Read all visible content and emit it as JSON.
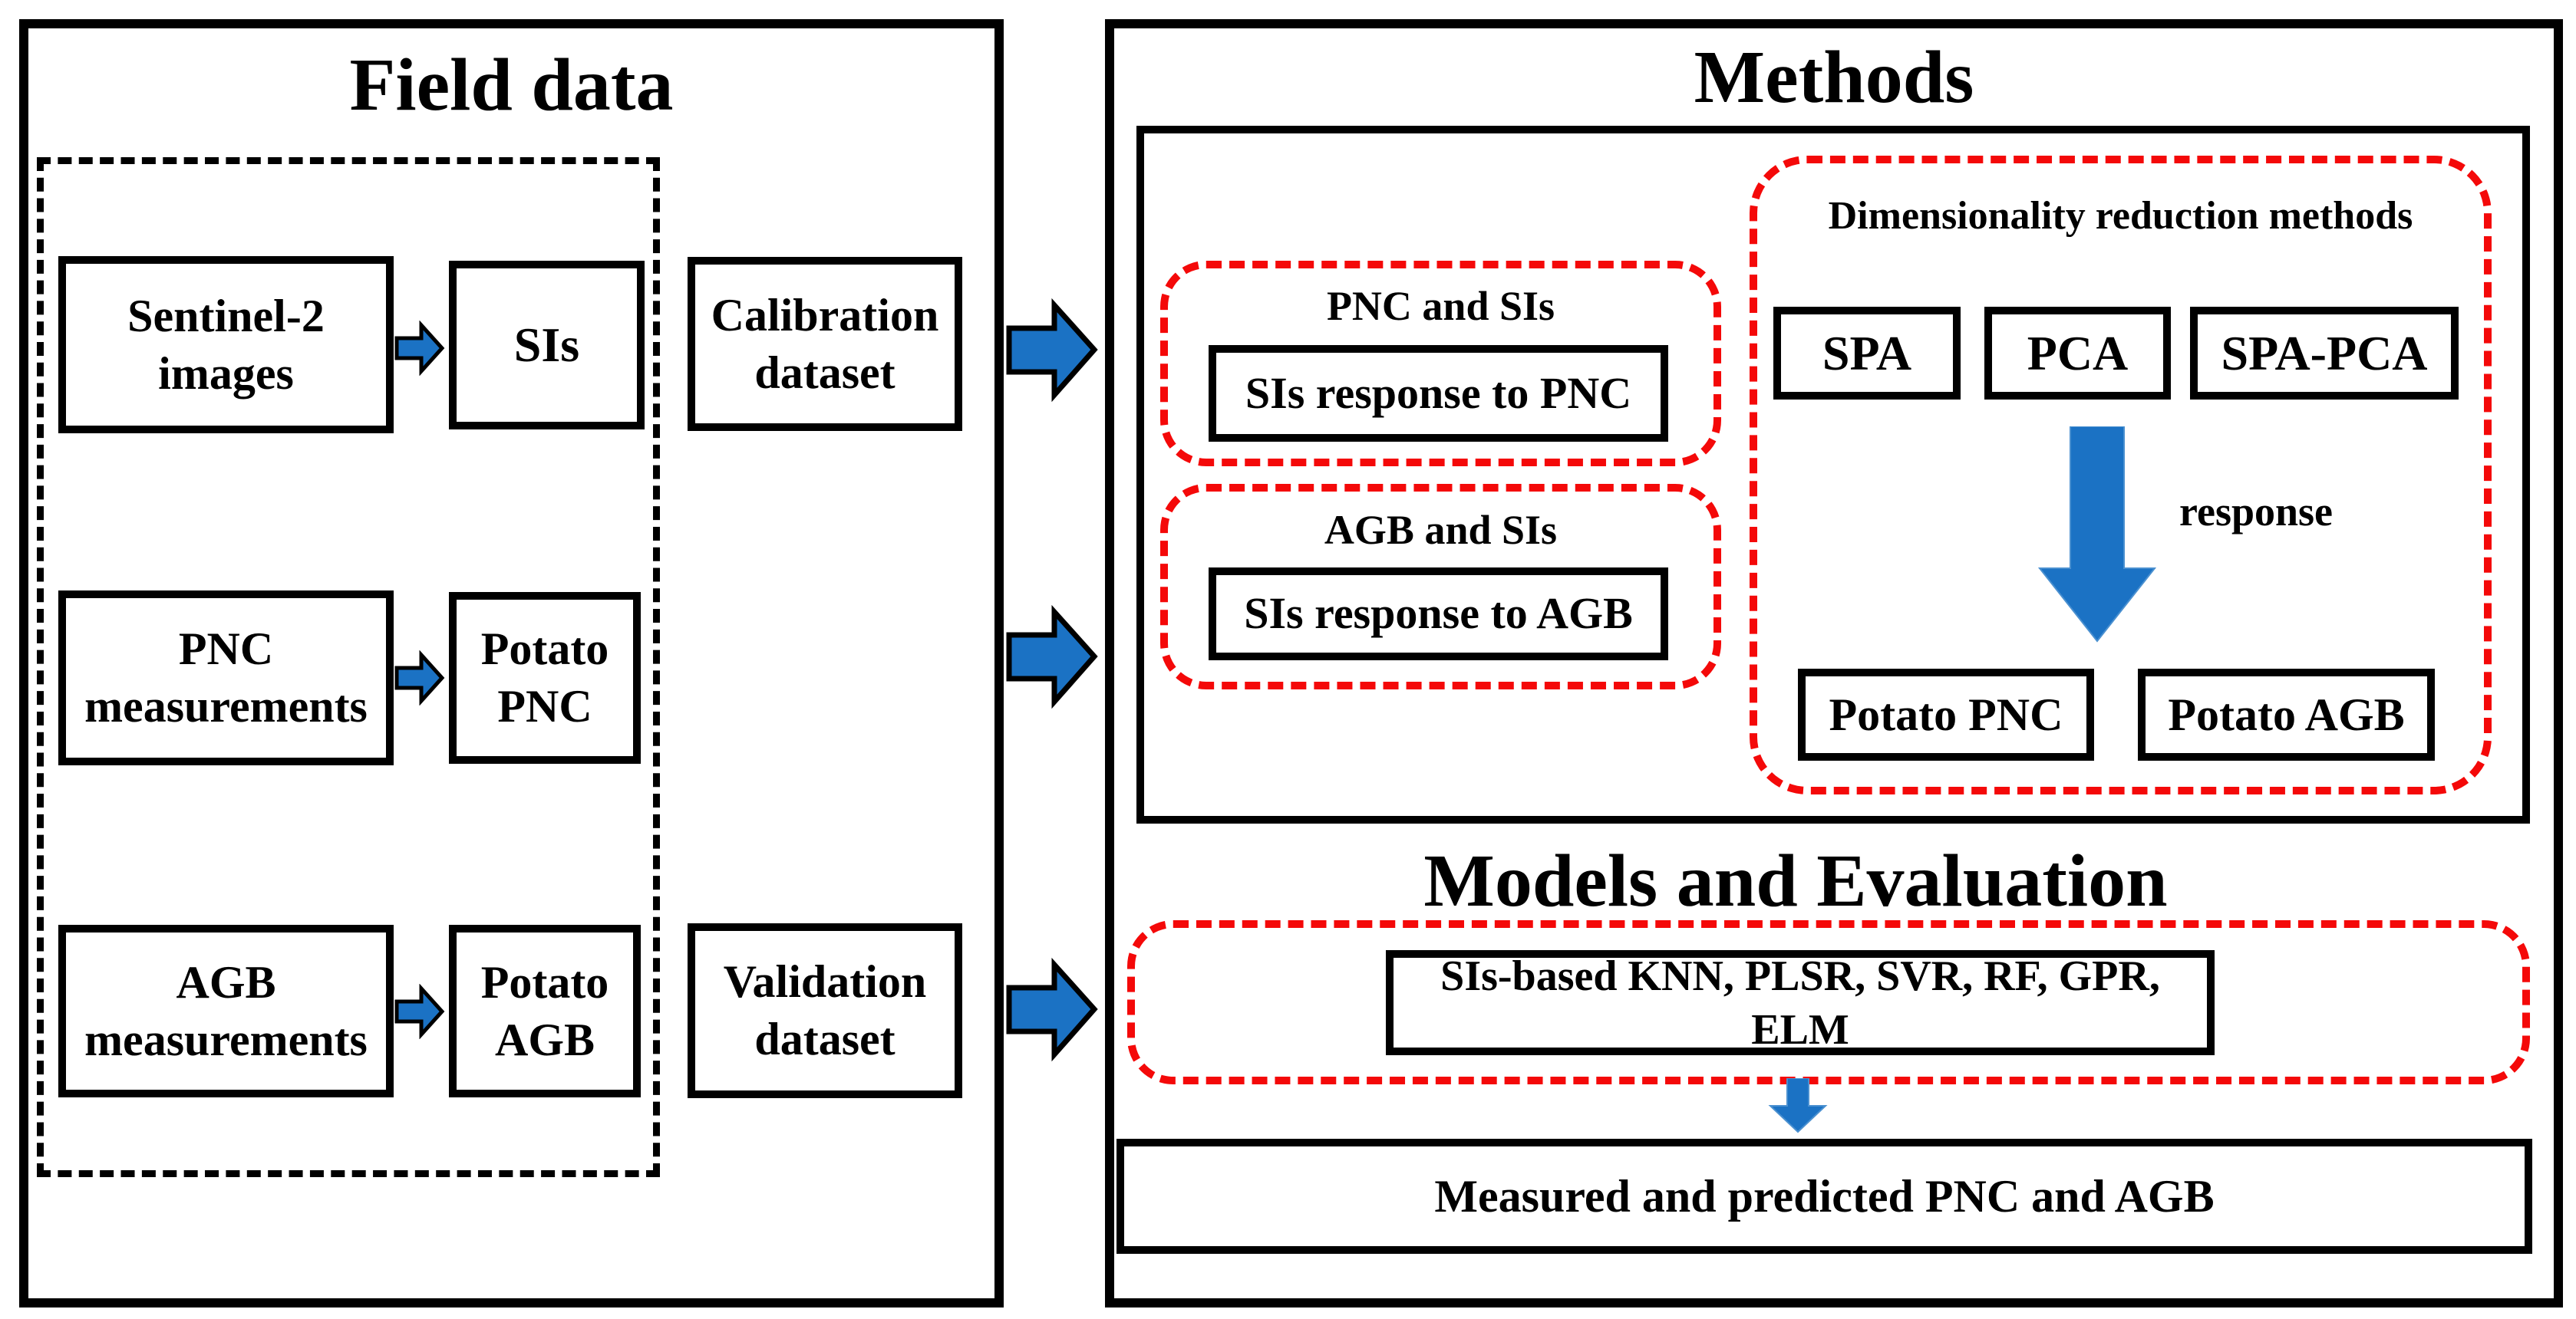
{
  "colors": {
    "arrow_blue": "#1b72c4",
    "dashed_red": "#f40909",
    "outline_black": "#000000",
    "background": "#ffffff"
  },
  "left_panel": {
    "title": "Field data",
    "rows": [
      {
        "source": "Sentinel-2 images",
        "target": "SIs"
      },
      {
        "source": "PNC measurements",
        "target": "Potato PNC"
      },
      {
        "source": "AGB measurements",
        "target": "Potato AGB"
      }
    ],
    "calibration_label": "Calibration dataset",
    "validation_label": "Validation dataset"
  },
  "right_panel": {
    "methods_title": "Methods",
    "pnc_sis": {
      "label": "PNC and SIs",
      "box": "SIs response to PNC"
    },
    "agb_sis": {
      "label": "AGB and SIs",
      "box": "SIs response to AGB"
    },
    "dimensionality": {
      "label": "Dimensionality reduction methods",
      "methods": [
        "SPA",
        "PCA",
        "SPA-PCA"
      ],
      "arrow_label": "response",
      "outputs": [
        "Potato PNC",
        "Potato AGB"
      ]
    },
    "models_title": "Models and Evaluation",
    "models_box": "SIs-based KNN, PLSR, SVR, RF, GPR, ELM",
    "result_box": "Measured and predicted PNC and AGB"
  }
}
